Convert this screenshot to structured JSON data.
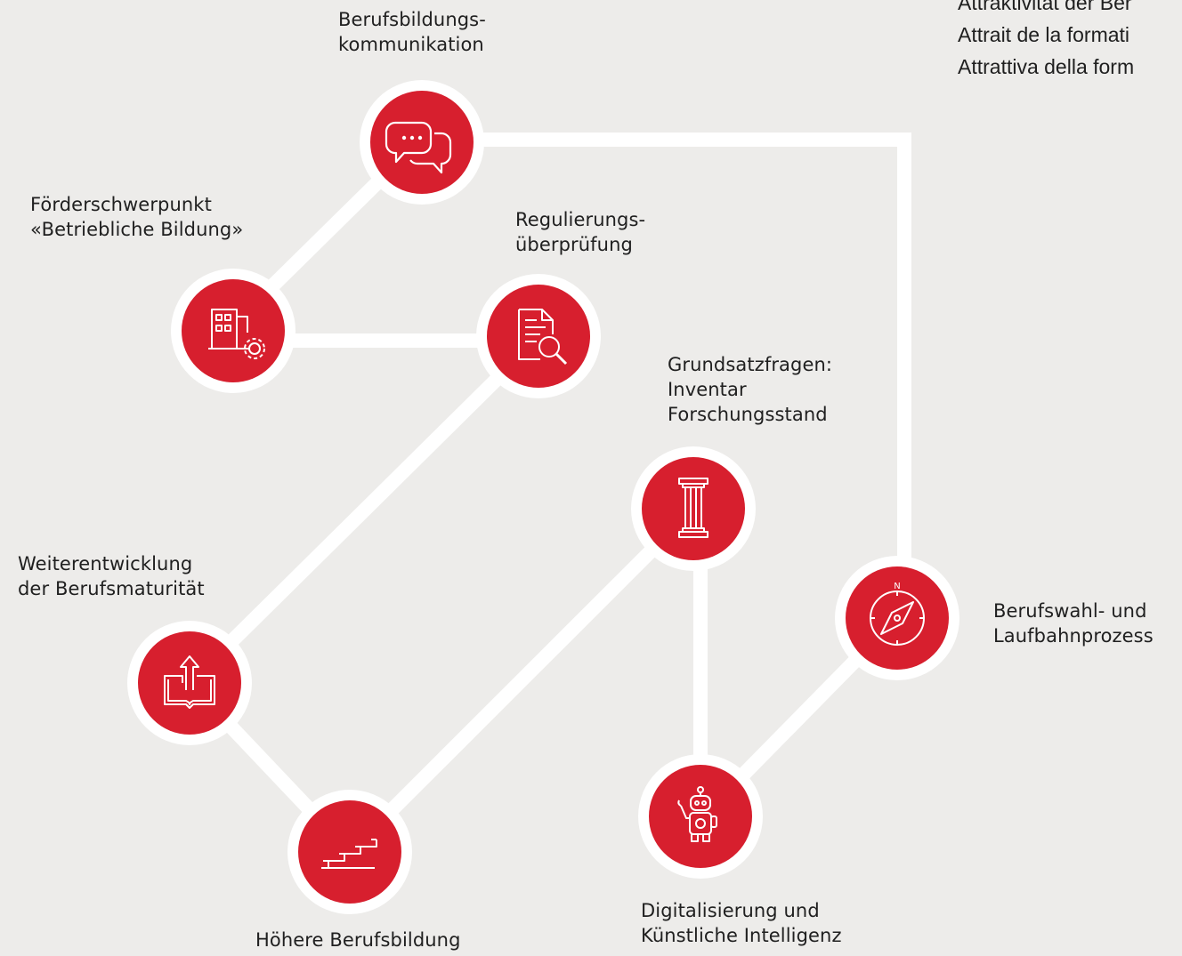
{
  "colors": {
    "background": "#edecea",
    "node_fill": "#d71f2e",
    "node_ring": "#ffffff",
    "connector": "#ffffff",
    "text": "#202020"
  },
  "header": {
    "lines": [
      "Attraktivität der Ber",
      "Attrait de la formati",
      "Attrattiva della form"
    ]
  },
  "nodes": [
    {
      "id": "kommunikation",
      "icon": "chat-bubbles-icon",
      "label": "Berufsbildungs-\nkommunikation"
    },
    {
      "id": "betrieblich",
      "icon": "building-gear-icon",
      "label": "Förderschwerpunkt\n«Betriebliche Bildung»"
    },
    {
      "id": "regulierung",
      "icon": "document-search-icon",
      "label": "Regulierungs-\nüberprüfung"
    },
    {
      "id": "grundsatz",
      "icon": "column-icon",
      "label": "Grundsatzfragen:\nInventar\nForschungsstand"
    },
    {
      "id": "berufsmaturitaet",
      "icon": "open-book-arrow-icon",
      "label": "Weiterentwicklung\nder Berufsmaturität"
    },
    {
      "id": "laufbahn",
      "icon": "compass-icon",
      "label": "Berufswahl- und\nLaufbahnprozess"
    },
    {
      "id": "hoehere",
      "icon": "stairs-icon",
      "label": "Höhere Berufsbildung"
    },
    {
      "id": "digital",
      "icon": "robot-icon",
      "label": "Digitalisierung und\nKünstliche Intelligenz"
    }
  ],
  "connections": [
    [
      "kommunikation",
      "betrieblich"
    ],
    [
      "betrieblich",
      "regulierung"
    ],
    [
      "regulierung",
      "berufsmaturitaet"
    ],
    [
      "berufsmaturitaet",
      "hoehere"
    ],
    [
      "hoehere",
      "grundsatz"
    ],
    [
      "grundsatz",
      "digital"
    ],
    [
      "digital",
      "laufbahn"
    ],
    [
      "laufbahn",
      "kommunikation"
    ]
  ]
}
